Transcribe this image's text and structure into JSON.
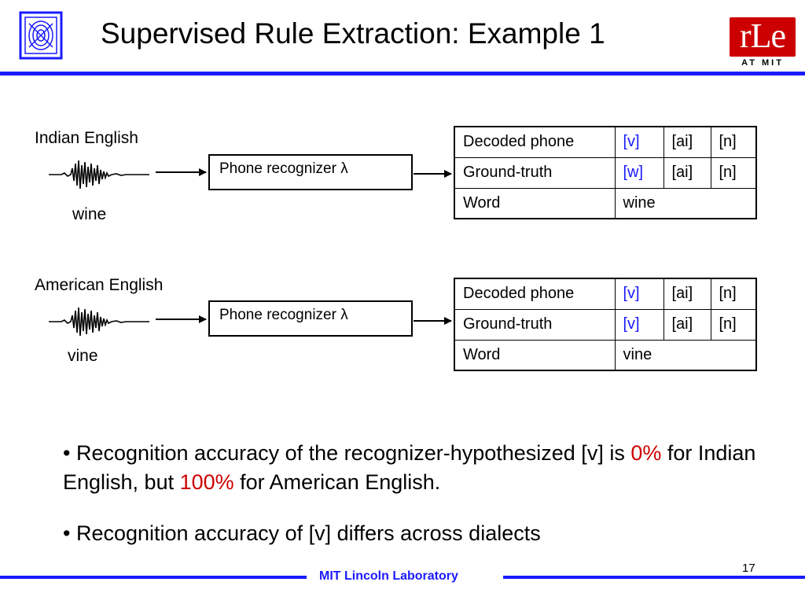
{
  "slide": {
    "title": "Supervised Rule Extraction: Example 1",
    "page_number": "17",
    "footer": "MIT Lincoln Laboratory"
  },
  "logos": {
    "rle_text": "rLe",
    "rle_subtext": "AT MIT"
  },
  "examples": [
    {
      "dialect": "Indian English",
      "word_label": "wine",
      "recognizer_label": "Phone recognizer λ",
      "table": {
        "rows": [
          {
            "label": "Decoded phone",
            "cells": [
              "[v]",
              "[ai]",
              "[n]"
            ]
          },
          {
            "label": "Ground-truth",
            "cells": [
              "[w]",
              "[ai]",
              "[n]"
            ]
          },
          {
            "label": "Word",
            "value": "wine"
          }
        ]
      }
    },
    {
      "dialect": "American English",
      "word_label": "vine",
      "recognizer_label": "Phone recognizer λ",
      "table": {
        "rows": [
          {
            "label": "Decoded phone",
            "cells": [
              "[v]",
              "[ai]",
              "[n]"
            ]
          },
          {
            "label": "Ground-truth",
            "cells": [
              "[v]",
              "[ai]",
              "[n]"
            ]
          },
          {
            "label": "Word",
            "value": "vine"
          }
        ]
      }
    }
  ],
  "bullets": [
    {
      "prefix": "• Recognition accuracy of the recognizer-hypothesized [v] is ",
      "highlight1": "0%",
      "middle": " for Indian English, but ",
      "highlight2": "100%",
      "suffix": " for American English."
    },
    {
      "text": "• Recognition accuracy of [v] differs across dialects"
    }
  ],
  "colors": {
    "accent_blue": "#1a1aff",
    "highlight_red": "#cc0000",
    "logo_red": "#cc0000"
  }
}
